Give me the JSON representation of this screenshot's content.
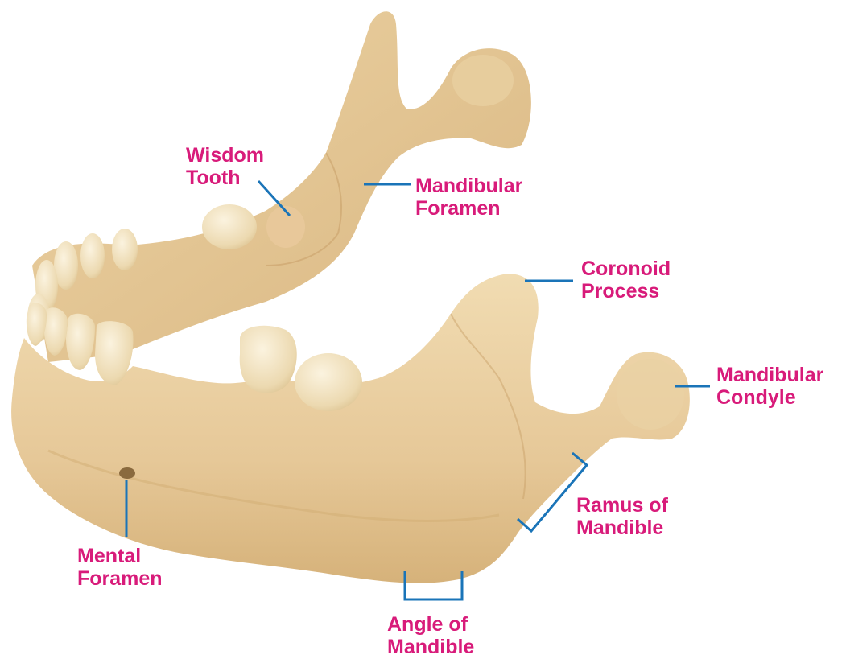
{
  "colors": {
    "label_text": "#d81b7a",
    "leader_line": "#1a74b8",
    "bone_light": "#efd9ae",
    "bone_mid": "#e2c08a",
    "bone_shadow": "#c9a26a",
    "tooth_enamel": "#f3e6c8",
    "background": "#ffffff"
  },
  "labels": {
    "wisdom_tooth": {
      "line1": "Wisdom",
      "line2": "Tooth"
    },
    "mandibular_foramen": {
      "line1": "Mandibular",
      "line2": "Foramen"
    },
    "coronoid_process": {
      "line1": "Coronoid",
      "line2": "Process"
    },
    "mandibular_condyle": {
      "line1": "Mandibular",
      "line2": "Condyle"
    },
    "ramus_of_mandible": {
      "line1": "Ramus of",
      "line2": "Mandible"
    },
    "mental_foramen": {
      "line1": "Mental",
      "line2": "Foramen"
    },
    "angle_of_mandible": {
      "line1": "Angle of",
      "line2": "Mandible"
    }
  }
}
